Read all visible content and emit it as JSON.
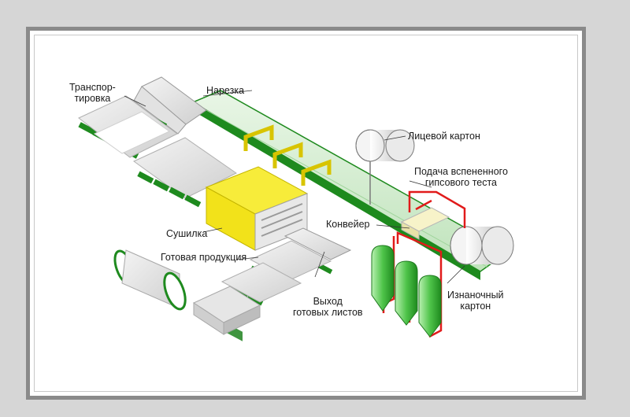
{
  "labels": {
    "transport_line1": "Транспор-",
    "transport_line2": "тировка",
    "cutting": "Нарезка",
    "face_paper": "Лицевой картон",
    "foam_feed_line1": "Подача вспененного",
    "foam_feed_line2": "гипсового теста",
    "conveyor": "Конвейер",
    "dryer": "Сушилка",
    "finished_products": "Готовая продукция",
    "sheets_exit_line1": "Выход",
    "sheets_exit_line2": "готовых листов",
    "back_paper_line1": "Изнаночный",
    "back_paper_line2": "картон"
  },
  "colors": {
    "green": "#1e8a1e",
    "light_green": "#8fd68f",
    "yellow": "#f2e21a",
    "red": "#e11b1b",
    "gray": "#d4d4d4"
  }
}
